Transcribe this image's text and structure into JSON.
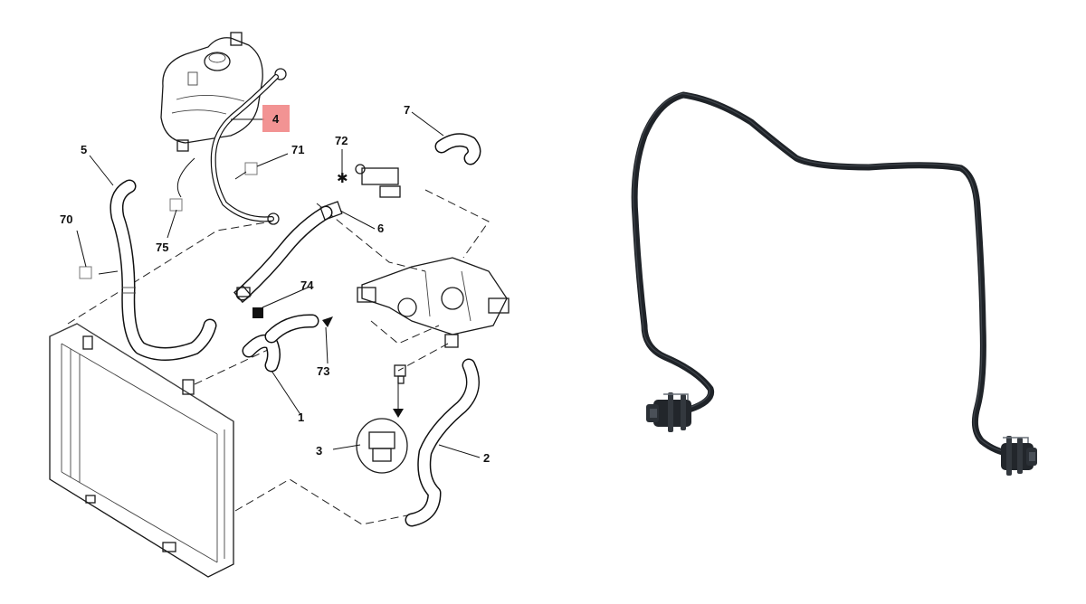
{
  "diagram": {
    "callouts": {
      "c1": "1",
      "c2": "2",
      "c3": "3",
      "c4": "4",
      "c5": "5",
      "c6": "6",
      "c7": "7",
      "c70": "70",
      "c71": "71",
      "c72": "72",
      "c73": "73",
      "c74": "74",
      "c75": "75"
    },
    "highlighted_callout": "4"
  },
  "colors": {
    "highlight": "#f08080",
    "line_art": "#1a1a1a",
    "hose_photo": "#1f2328",
    "background": "#ffffff"
  },
  "icons": {
    "part_marker_open": "open-square-marker",
    "part_marker_filled": "filled-square-marker",
    "part_marker_star": "star-marker",
    "part_marker_triangle": "triangle-marker"
  }
}
